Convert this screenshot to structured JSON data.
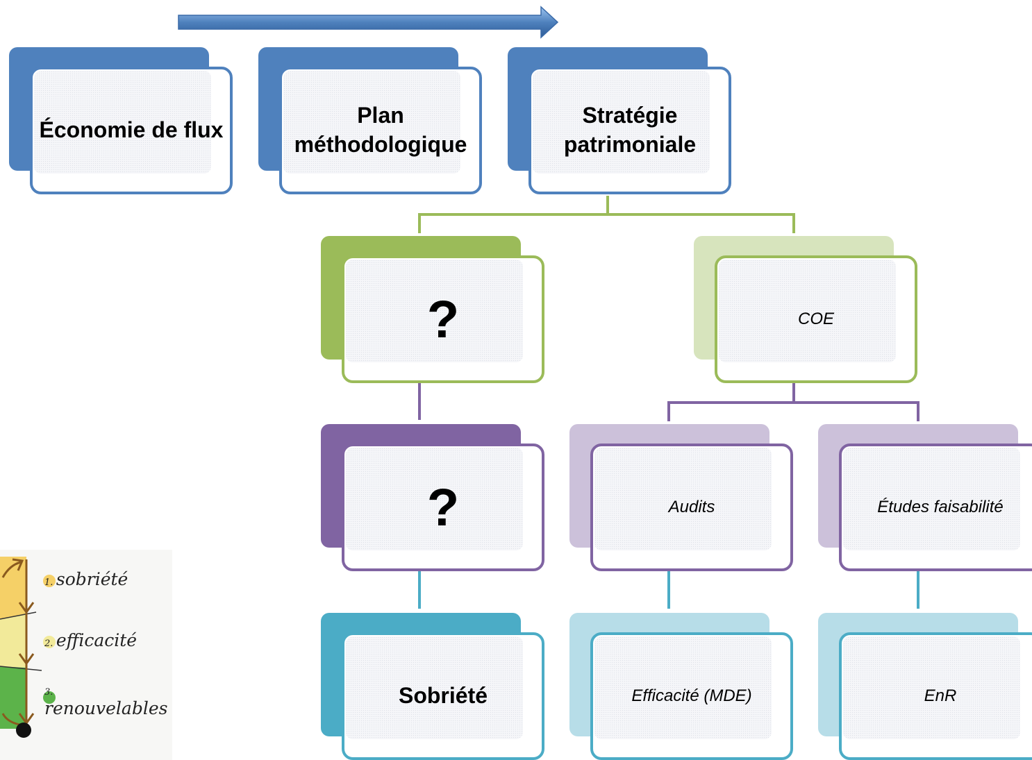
{
  "top_nodes": [
    {
      "label": "Économie de flux"
    },
    {
      "label": "Plan méthodologique"
    },
    {
      "label": "Stratégie patrimoniale"
    }
  ],
  "tree": {
    "left_col": [
      {
        "label": "?"
      },
      {
        "label": "?"
      },
      {
        "label": "Sobriété"
      }
    ],
    "coe": {
      "label": "COE"
    },
    "audits": {
      "label": "Audits"
    },
    "etudes": {
      "label": "Études faisabilité"
    },
    "efficacite": {
      "label": "Efficacité (MDE)"
    },
    "enr": {
      "label": "EnR"
    }
  },
  "sketch": {
    "items": [
      {
        "num": "1.",
        "label": "sobriété",
        "color": "#f5d067"
      },
      {
        "num": "2.",
        "label": "efficacité",
        "color": "#f2ea9a"
      },
      {
        "num": "3.",
        "label": "renouvelables",
        "color": "#5cb34a"
      }
    ]
  },
  "colors": {
    "blue": "#4f81bd",
    "green": "#9bbb59",
    "purple": "#8064a2",
    "teal": "#4bacc6",
    "arrow": "#4f81bd"
  }
}
